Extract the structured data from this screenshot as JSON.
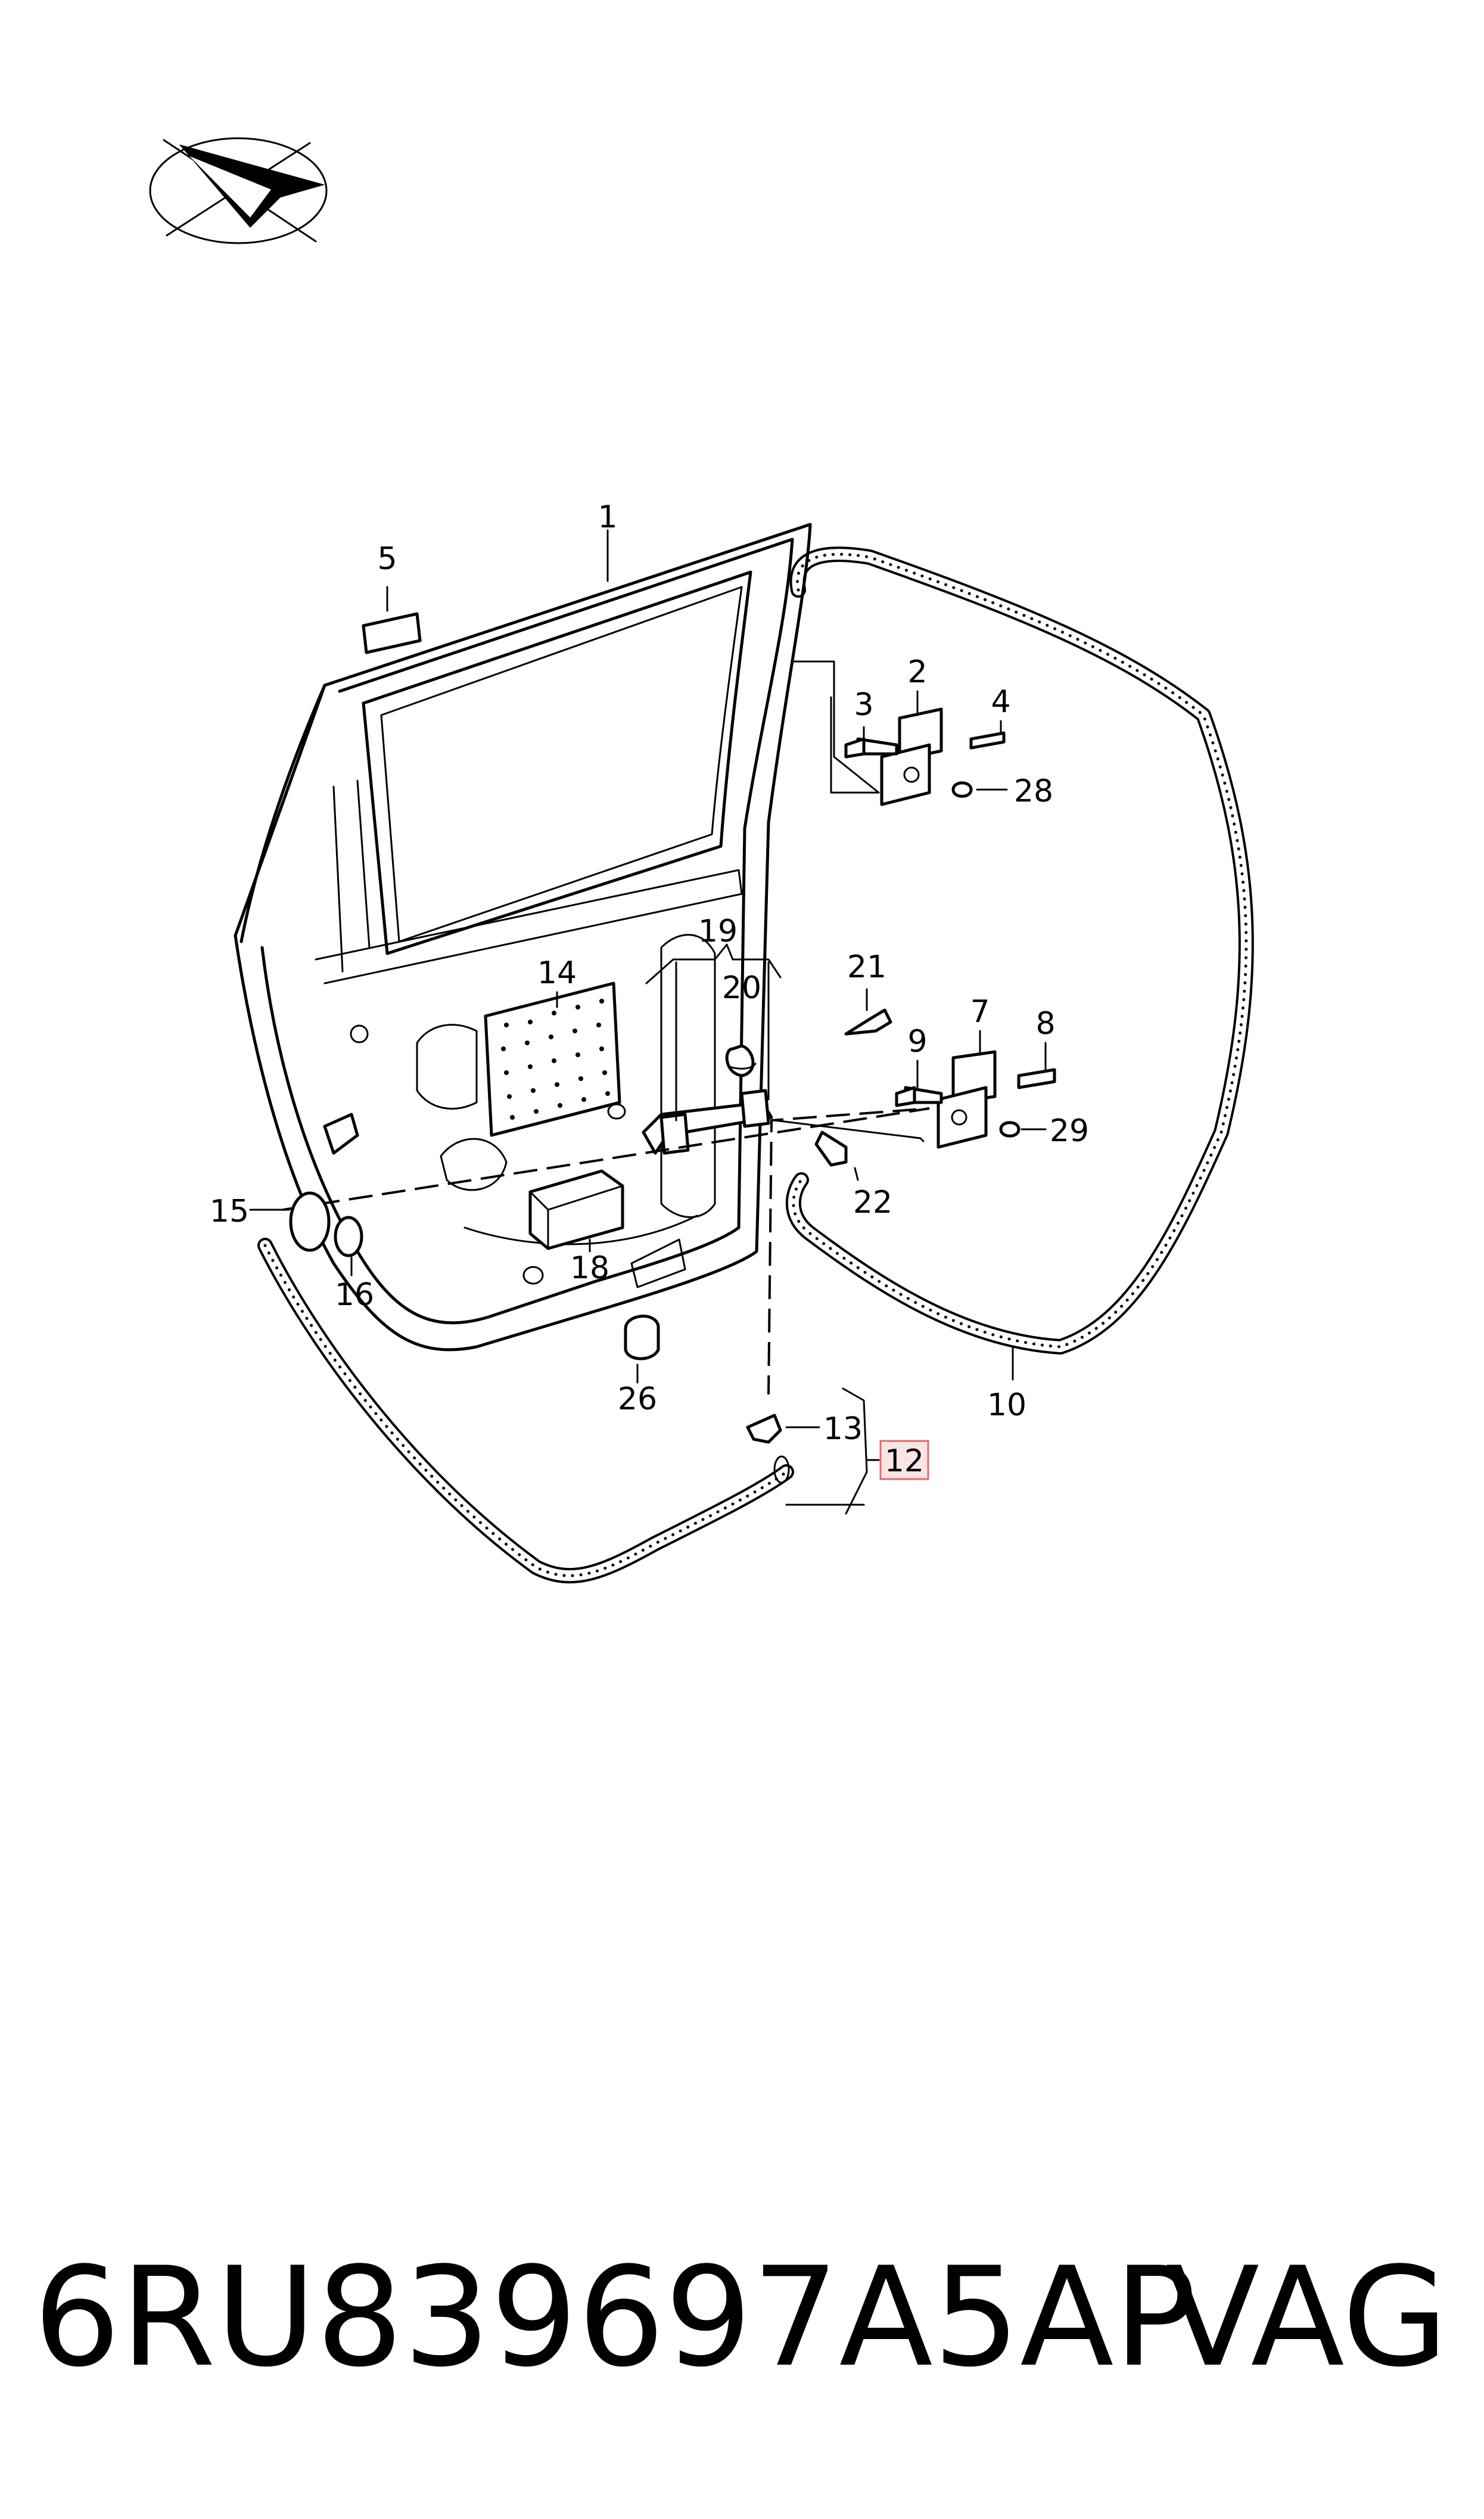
{
  "diagram": {
    "callouts": [
      "1",
      "2",
      "3",
      "4",
      "5",
      "7",
      "8",
      "9",
      "10",
      "12",
      "13",
      "14",
      "15",
      "16",
      "18",
      "19",
      "20",
      "21",
      "22",
      "26",
      "28",
      "29"
    ],
    "highlighted_callout": "12"
  },
  "footer": {
    "part_number": "6RU839697A5AP",
    "brand": "VAG"
  }
}
